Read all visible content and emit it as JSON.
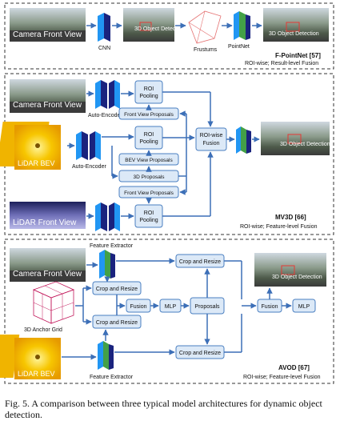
{
  "panels": {
    "fpointnet": {
      "camera_label": "Camera Front View",
      "cnn_label": "CNN",
      "detect_label": "3D Object Detection",
      "frustums_label": "Frustums",
      "pointnet_label": "PointNet",
      "result_label": "3D Object Detection",
      "title": "F-PointNet [57]",
      "subtitle": "ROI-wise; Result-level Fusion"
    },
    "mv3d": {
      "camera_label": "Camera Front View",
      "lidar_bev_label": "LiDAR BEV",
      "lidar_front_label": "LiDAR Front View",
      "autoencoder_label": "Auto-Encoder",
      "roi_pooling_label": "ROI Pooling",
      "front_view_proposals_label": "Front View Proposals",
      "bev_view_proposals_label": "BEV View Proposals",
      "proposals_3d_label": "3D Proposals",
      "roi_fusion_label": "ROI-wise Fusion",
      "result_label": "3D Object Detection",
      "title": "MV3D [66]",
      "subtitle": "ROI-wise; Feature-level Fusion"
    },
    "avod": {
      "camera_label": "Camera Front View",
      "feature_extractor_label": "Feature Extractor",
      "crop_resize_label": "Crop and Resize",
      "fusion_label": "Fusion",
      "mlp_label": "MLP",
      "proposals_label": "Proposals",
      "anchor_grid_label": "3D Anchor Grid",
      "lidar_bev_label": "LiDAR BEV",
      "result_label": "3D Object Detection",
      "title": "AVOD [67]",
      "subtitle": "ROI-wise; Feature-level Fusion"
    }
  },
  "caption": "Fig. 5.  A comparison between three typical model architectures for dynamic object detection.",
  "colors": {
    "box_fill": "#dce9f7",
    "box_stroke": "#4a7fc1",
    "arrow": "#3c6fb7",
    "bev_yellow": "#f5c400",
    "cube_pink": "#c2185b"
  }
}
